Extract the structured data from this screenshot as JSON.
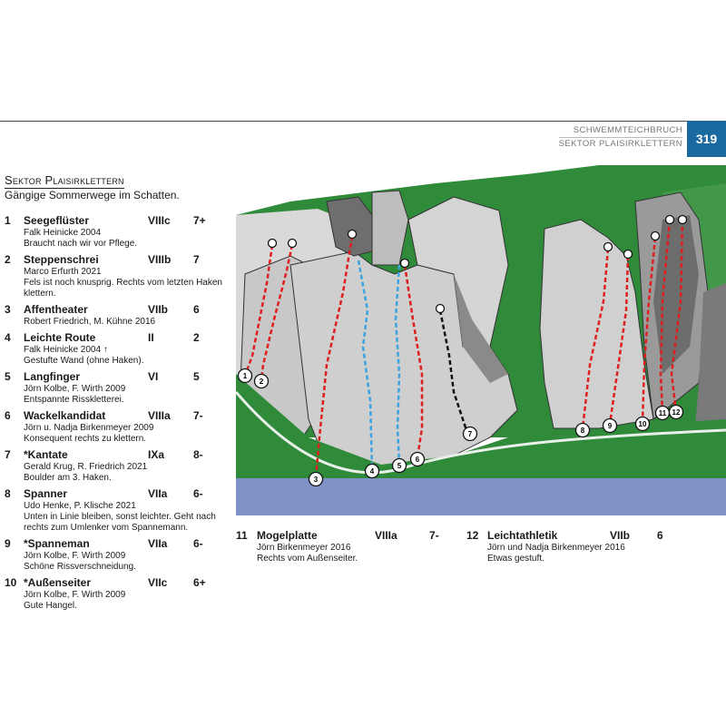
{
  "header": {
    "crag": "SCHWEMMTEICHBRUCH",
    "sector": "SEKTOR PLAISIRKLETTERN",
    "page_number": "319"
  },
  "sector": {
    "title": "Sektor Plaisirklettern",
    "subtitle": "Gängige Sommerwege im Schatten."
  },
  "routes": [
    {
      "num": "1",
      "name": "Seegeflüster",
      "grade": "VIIIc",
      "grade2": "7+",
      "author": "Falk Heinicke 2004",
      "desc": "Braucht nach wir vor Pflege."
    },
    {
      "num": "2",
      "name": "Steppenschrei",
      "grade": "VIIIb",
      "grade2": "7",
      "author": "Marco Erfurth 2021",
      "desc": "Fels ist noch knusprig. Rechts vom letzten Haken klettern."
    },
    {
      "num": "3",
      "name": "Affentheater",
      "grade": "VIIb",
      "grade2": "6",
      "author": "Robert Friedrich, M. Kühne 2016",
      "desc": ""
    },
    {
      "num": "4",
      "name": "Leichte Route",
      "grade": "II",
      "grade2": "2",
      "author": "Falk Heinicke 2004 ↑",
      "desc": "Gestufte Wand (ohne Haken)."
    },
    {
      "num": "5",
      "name": "Langfinger",
      "grade": "VI",
      "grade2": "5",
      "author": "Jörn Kolbe, F. Wirth 2009",
      "desc": "Entspannte Risskletterei."
    },
    {
      "num": "6",
      "name": "Wackelkandidat",
      "grade": "VIIIa",
      "grade2": "7-",
      "author": "Jörn u. Nadja Birkenmeyer 2009",
      "desc": "Konsequent rechts zu klettern."
    },
    {
      "num": "7",
      "name": "*Kantate",
      "grade": "IXa",
      "grade2": "8-",
      "author": "Gerald Krug, R. Friedrich 2021",
      "desc": "Boulder am 3. Haken."
    },
    {
      "num": "8",
      "name": "Spanner",
      "grade": "VIIa",
      "grade2": "6-",
      "author": "Udo Henke, P. Klische 2021",
      "desc": "Unten in Linie bleiben, sonst leichter. Geht nach rechts zum Umlenker vom Spannemann."
    },
    {
      "num": "9",
      "name": "*Spanneman",
      "grade": "VIIa",
      "grade2": "6-",
      "author": "Jörn Kolbe, F. Wirth 2009",
      "desc": "Schöne Rissverschneidung."
    },
    {
      "num": "10",
      "name": "*Außenseiter",
      "grade": "VIIc",
      "grade2": "6+",
      "author": "Jörn Kolbe, F. Wirth 2009",
      "desc": "Gute Hangel."
    }
  ],
  "bottom_routes": [
    {
      "num": "11",
      "name": "Mogelplatte",
      "grade": "VIIIa",
      "grade2": "7-",
      "author": "Jörn Birkenmeyer 2016",
      "desc": "Rechts vom Außenseiter."
    },
    {
      "num": "12",
      "name": "Leichtathletik",
      "grade": "VIIb",
      "grade2": "6",
      "author": "Jörn und Nadja Birkenmeyer 2016",
      "desc": "Etwas gestuft."
    }
  ],
  "colors": {
    "accent_blue": "#1a6aa0",
    "grass_green": "#2f8a3a",
    "water_blue": "#7f93c9",
    "route_red": "#e01e1e",
    "route_blue": "#3aa3e0",
    "route_black": "#111111"
  },
  "topo": {
    "markers": [
      "1",
      "2",
      "3",
      "4",
      "5",
      "6",
      "7",
      "8",
      "9",
      "10",
      "11",
      "12"
    ]
  }
}
